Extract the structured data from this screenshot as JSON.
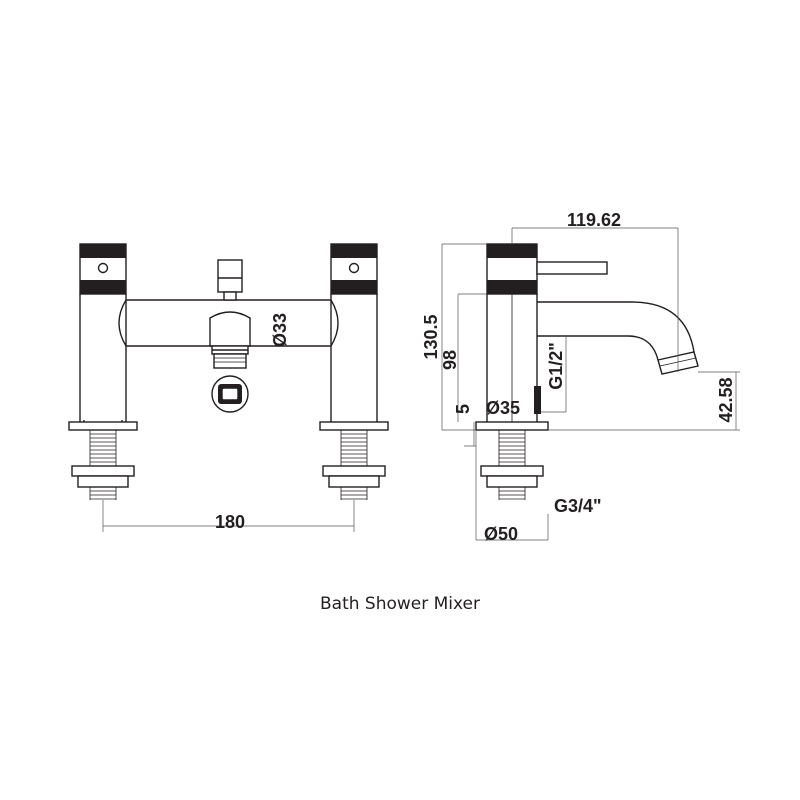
{
  "caption": "Bath Shower Mixer",
  "dimensions": {
    "centres": "180",
    "body_diameter": "Ø33",
    "overall_depth": "119.62",
    "overall_height": "130.5",
    "body_height": "98",
    "outlet_height": "42.58",
    "deck_gap": "5",
    "shroud_diameter": "Ø35",
    "base_diameter": "Ø50",
    "outlet_thread": "G1/2\"",
    "tail_thread": "G3/4\""
  }
}
